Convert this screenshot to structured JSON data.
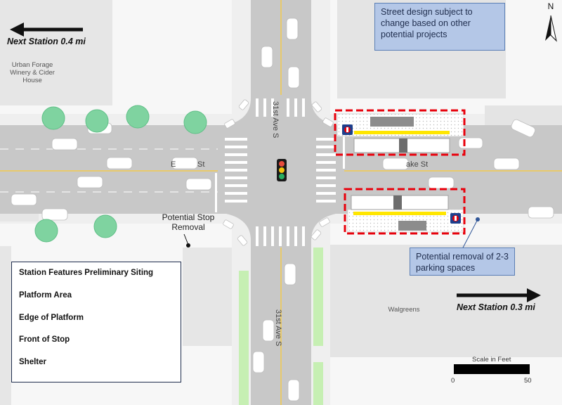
{
  "callouts": {
    "street_design": "Street design subject to change based on other potential projects",
    "parking_removal": "Potential removal of 2-3 parking spaces",
    "stop_removal": "Potential Stop Removal"
  },
  "navigation": {
    "west_station": "Next Station 0.4 mi",
    "east_station": "Next Station 0.3 mi"
  },
  "places": {
    "winery": "Urban Forage Winery & Cider House",
    "walgreens": "Walgreens"
  },
  "streets": {
    "west_segment": "E",
    "west_segment_suffix": "St",
    "east_segment": "ake St",
    "north_avenue": "31st Ave S",
    "south_avenue": "31st Ave S"
  },
  "north_arrow": "N",
  "legend": {
    "title": "Station Features Preliminary Siting",
    "items": [
      {
        "label": "Platform Area",
        "symbol": "platform"
      },
      {
        "label": "Edge of Platform",
        "symbol": "edge"
      },
      {
        "label": "Front of Stop",
        "symbol": "front"
      },
      {
        "label": "Shelter",
        "symbol": "shelter"
      }
    ]
  },
  "scale": {
    "title": "Scale in Feet",
    "start": "0",
    "end": "50"
  },
  "colors": {
    "road": "#c8c8c8",
    "block": "#f7f7f7",
    "building": "#e4e4e4",
    "tree": "#7fd3a0",
    "platform_edge": "#ffe600",
    "focus_box": "#e8000b",
    "callout_fill": "#b4c7e7",
    "lane_line": "#f2c94c"
  }
}
